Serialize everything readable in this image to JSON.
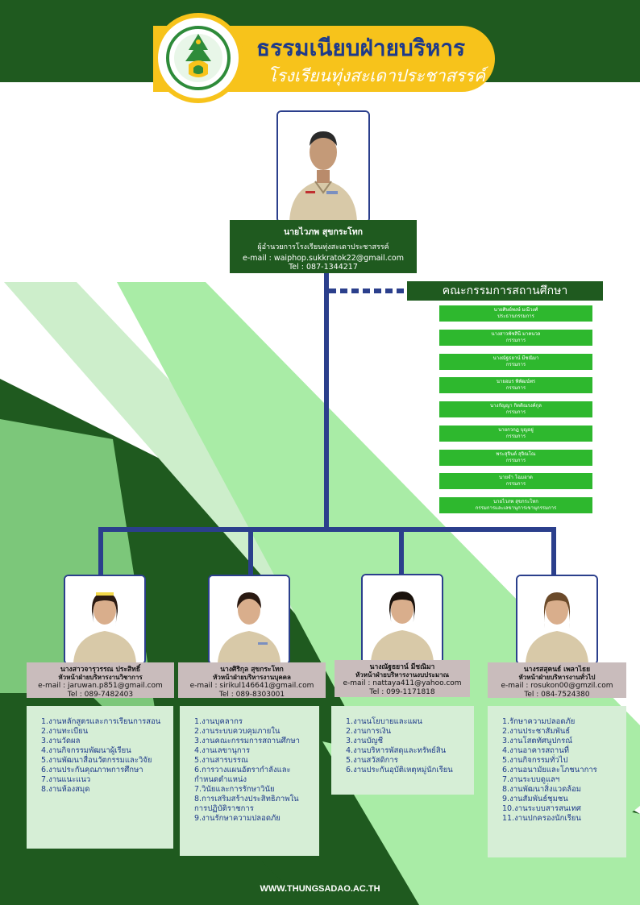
{
  "header": {
    "title": "ธรรมเนียบฝ่ายบริหาร",
    "subtitle": "โรงเรียนทุ่งสะเดาประชาสรรค์"
  },
  "colors": {
    "dark_green": "#1f5a1f",
    "light_green": "#a9eca6",
    "mid_green": "#2eb82e",
    "navy": "#2b3f8c",
    "gold": "#f7c31b"
  },
  "director": {
    "name": "นายไวภพ สุขกระโทก",
    "role": "ผู้อำนวยการโรงเรียนทุ่งสะเดาประชาสรรค์",
    "email": "e-mail : waiphop.sukkratok22@gmail.com",
    "tel": "Tel : 087-1344217"
  },
  "committee": {
    "title": "คณะกรรมการสถานศึกษา",
    "members": [
      {
        "name": "นายศิษย์พงษ์ มณีวงศ์",
        "role": "ประธานกรรมการ"
      },
      {
        "name": "นางสาวพัชสินี มาคนวล",
        "role": "กรรมการ"
      },
      {
        "name": "นางณัฐธยาน์ มีชณิมา",
        "role": "กรรมการ"
      },
      {
        "name": "นายอมร พิพัฒน์พร",
        "role": "กรรมการ"
      },
      {
        "name": "นางกัญญา กิตติณรงค์กุล",
        "role": "กรรมการ"
      },
      {
        "name": "นายกวกฎ บุญอยู่",
        "role": "กรรมการ"
      },
      {
        "name": "พระสุจินต์ สุจิณโณ",
        "role": "กรรมการ"
      },
      {
        "name": "นายจำ โฉมอาด",
        "role": "กรรมการ"
      },
      {
        "name": "นายไวภพ สุขกระโทก",
        "role": "กรรมการและเลขานุการเขานุกรรมการ"
      }
    ]
  },
  "heads": [
    {
      "name": "นางสาวจารุวรรณ ประสิทธิ์",
      "role": "หัวหน้าฝ่ายบริหารงานวิชาการ",
      "email": "e-mail : jaruwan.p851@gmail.com",
      "tel": "Tel : 089-7482403",
      "duties": [
        "1.งานหลักสูตรและการเรียนการสอน",
        "2.งานทะเบียน",
        "3.งานวัดผล",
        "4.งานกิจกรรมพัฒนาผู้เรียน",
        "5.งานพัฒนาสื่อนวัตกรรมและวิจัย",
        "6.งานประกันคุณภาพการศึกษา",
        "7.งานแนะแนว",
        "8.งานห้องสมุด"
      ]
    },
    {
      "name": "นางศิริกุล สุขกระโทก",
      "role": "หัวหน้าฝ่ายบริหารงานบุคคล",
      "email": "e-mail : sirikul146641@gmail.com",
      "tel": "Tel : 089-8303001",
      "duties": [
        "1.งานบุคลากร",
        "2.งานระบบควบคุมภายใน",
        "3.งานคณะกรรมการสถานศึกษา",
        "4.งานเลขานุการ",
        "5.งานสารบรรณ",
        "6.การวางแผนอัตรากำลังและกำหนดตำแหน่ง",
        "7.วินัยและการรักษาวินัย",
        "8.การเสริมสร้างประสิทธิภาพในการปฏิบัติราชการ",
        "9.งานรักษาความปลอดภัย"
      ]
    },
    {
      "name": "นางณัฐธยาน์ มีชณิมา",
      "role": "หัวหน้าฝ่ายบริหารงานงบประมาณ",
      "email": "e-mail : nattaya411@yahoo.com",
      "tel": "Tel : 099-1171818",
      "duties": [
        "1.งานนโยบายและแผน",
        "2.งานการเงิน",
        "3.งานบัญชี",
        "4.งานบริหารพัสดุและทรัพย์สิน",
        "5.งานสวัสดิการ",
        "6.งานประกันอุบัติเหตุหมู่นักเรียน"
      ]
    },
    {
      "name": "นางรสสุคนธ์ เพลาไธย",
      "role": "หัวหน้าฝ่ายบริหารงานทั่วไป",
      "email": "e-mail : rosukon00@gmzil.com",
      "tel": "Tel : 084-7524380",
      "duties": [
        "1.รักษาความปลอดภัย",
        "2.งานประชาสัมพันธ์",
        "3.งานโสตทัศนูปกรณ์",
        "4.งานอาคารสถานที่",
        "5.งานกิจกรรมทั่วไป",
        "6.งานอนามัยและโภชนาการ",
        "7.งานระบบดูแลฯ",
        "8.งานพัฒนาสิ่งแวดล้อม",
        "9.งานสัมพันธ์ชุมชน",
        "10.งานระบบสารสนเทศ",
        "11.งานปกครองนักเรียน"
      ]
    }
  ],
  "footer": {
    "website": "WWW.THUNGSADAO.AC.TH"
  }
}
